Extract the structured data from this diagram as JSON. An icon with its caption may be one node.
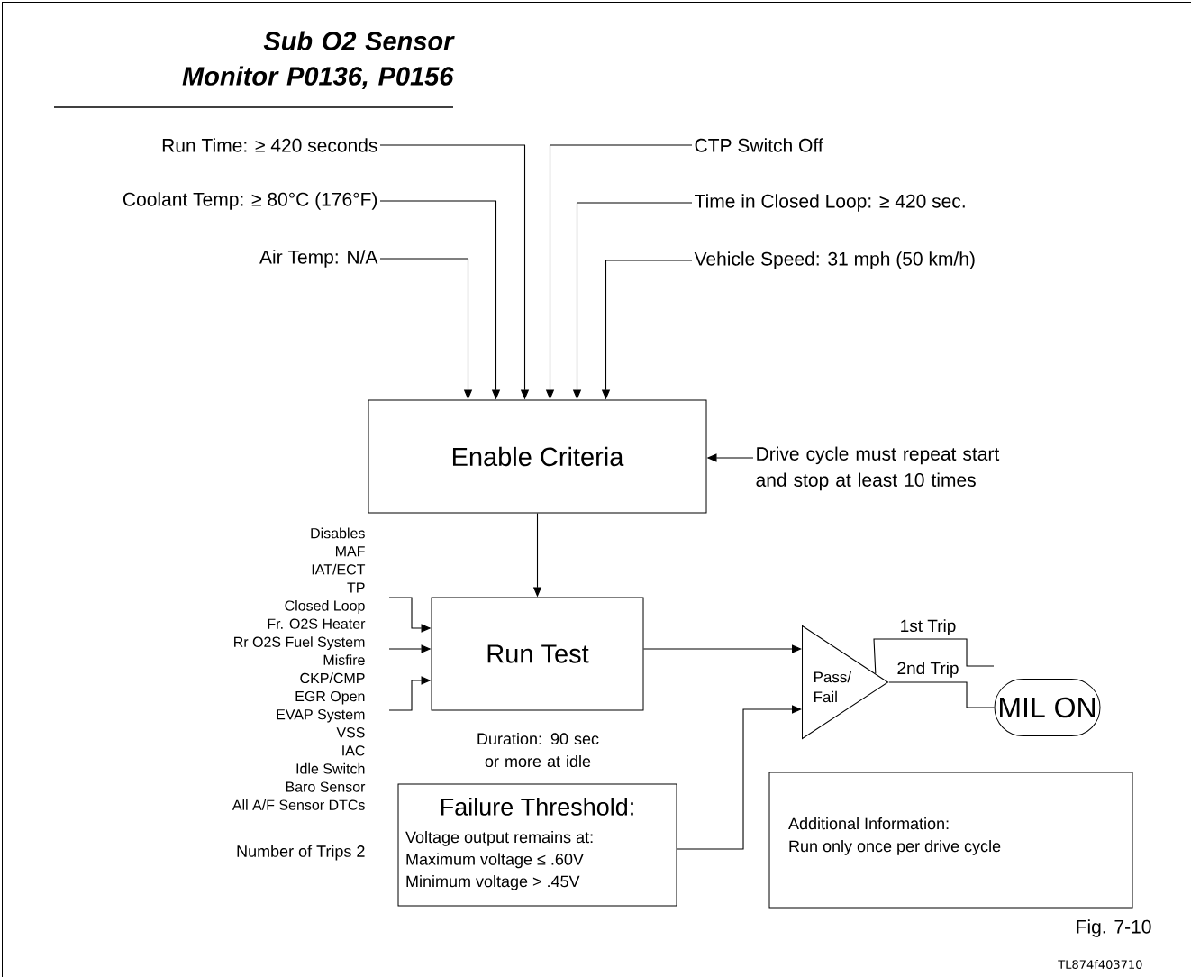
{
  "diagram": {
    "title": "Sub O2 Sensor Monitor P0136, P0156",
    "nodes": [
      {
        "text": [
          "Run Time: ≥ 420 seconds"
        ]
      },
      {
        "text": [
          "Coolant Temp: ≥ 80°C (176°F)"
        ]
      },
      {
        "text": [
          "Air Temp: N/A"
        ]
      },
      {
        "text": [
          "CTP Switch Off"
        ]
      },
      {
        "text": [
          "Time in Closed Loop: ≥ 420 sec."
        ]
      },
      {
        "text": [
          "Vehicle Speed: 31 mph (50 km/h)"
        ]
      },
      {
        "text": [
          "Enable Criteria"
        ]
      },
      {
        "text": [
          "Drive cycle must repeat start and stop at least 10 times"
        ]
      },
      {
        "text": [
          "Run Test"
        ],
        "beside": [
          "Duration: 90 sec or more at idle"
        ]
      },
      {
        "text": [
          "Disables",
          "MAF",
          "IAT/ECT",
          "TP",
          "Closed Loop",
          "Fr. O2S Heater",
          "Rr O2S Fuel System",
          "Misfire",
          "CKP/CMP",
          "EGR Open",
          "EVAP System",
          "VSS",
          "IAC",
          "Idle Switch",
          "Baro Sensor",
          "All A/F Sensor DTCs"
        ]
      },
      {
        "text": [
          "Failure Threshold:",
          "Voltage output remains at:",
          "Maximum voltage ≤ .60V",
          "Minimum voltage > .45V"
        ]
      },
      {
        "text": [
          "Pass/ Fail"
        ]
      },
      {
        "text": [
          "MIL ON"
        ]
      },
      {
        "text": [
          "Additional Information:",
          "Run only once per drive cycle"
        ]
      }
    ],
    "edges": [
      {
        "from": 0,
        "to": 6,
        "arrow": "to"
      },
      {
        "from": 1,
        "to": 6,
        "arrow": "to"
      },
      {
        "from": 2,
        "to": 6,
        "arrow": "to"
      },
      {
        "from": 3,
        "to": 6,
        "arrow": "to"
      },
      {
        "from": 4,
        "to": 6,
        "arrow": "to"
      },
      {
        "from": 5,
        "to": 6,
        "arrow": "to"
      },
      {
        "from": 7,
        "to": 6,
        "arrow": "to"
      },
      {
        "from": 6,
        "to": 8,
        "arrow": "to"
      },
      {
        "from": 9,
        "to": 8,
        "arrow": "to"
      },
      {
        "from": 9,
        "to": 8,
        "arrow": "to"
      },
      {
        "from": 9,
        "to": 8,
        "arrow": "to"
      },
      {
        "from": 8,
        "to": 11,
        "arrow": "to"
      },
      {
        "from": 10,
        "to": 11,
        "arrow": "to"
      },
      {
        "from": 11,
        "to": null,
        "arrow": "none",
        "label": "1st Trip"
      },
      {
        "from": 11,
        "to": 12,
        "arrow": "none",
        "label": "2nd Trip"
      }
    ],
    "labels": [
      "Number of Trips 2",
      "Fig. 7-10",
      "TL874f403710"
    ]
  }
}
